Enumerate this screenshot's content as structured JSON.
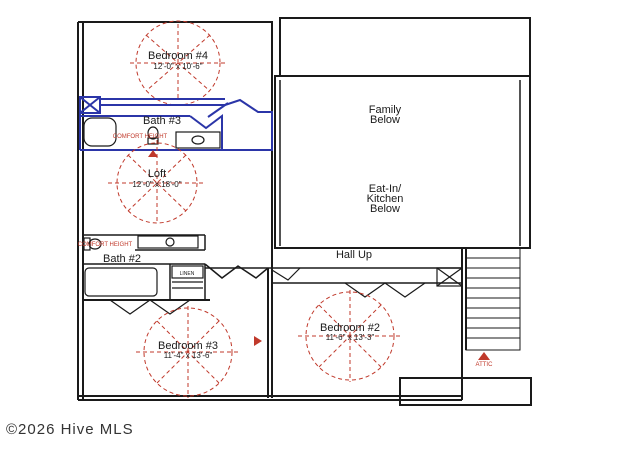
{
  "rooms": {
    "bedroom4": {
      "name": "Bedroom #4",
      "dim": "12'-0\" x 10'-6\""
    },
    "bath3": {
      "name": "Bath #3"
    },
    "loft": {
      "name": "Loft",
      "dim": "12'-0\" x 18'-0\""
    },
    "bath2": {
      "name": "Bath #2"
    },
    "bedroom3": {
      "name": "Bedroom #3",
      "dim": "11'-4\" x 13'-6\""
    },
    "bedroom2": {
      "name": "Bedroom #2",
      "dim": "11'-6\" x 13'-3\""
    },
    "family": {
      "line1": "Family",
      "line2": "Below"
    },
    "kitchen": {
      "line1": "Eat-In/",
      "line2": "Kitchen",
      "line3": "Below"
    },
    "hall": {
      "name": "Hall Up"
    }
  },
  "labels": {
    "comfort_height": "COMFORT HEIGHT",
    "linen": "LINEN",
    "attic": "ATTIC"
  },
  "footer": {
    "copyright": "©2026 Hive MLS"
  },
  "colors": {
    "wall": "#1a1a1a",
    "window_blue": "#2b35a8",
    "fixture_red": "#c0392b"
  }
}
